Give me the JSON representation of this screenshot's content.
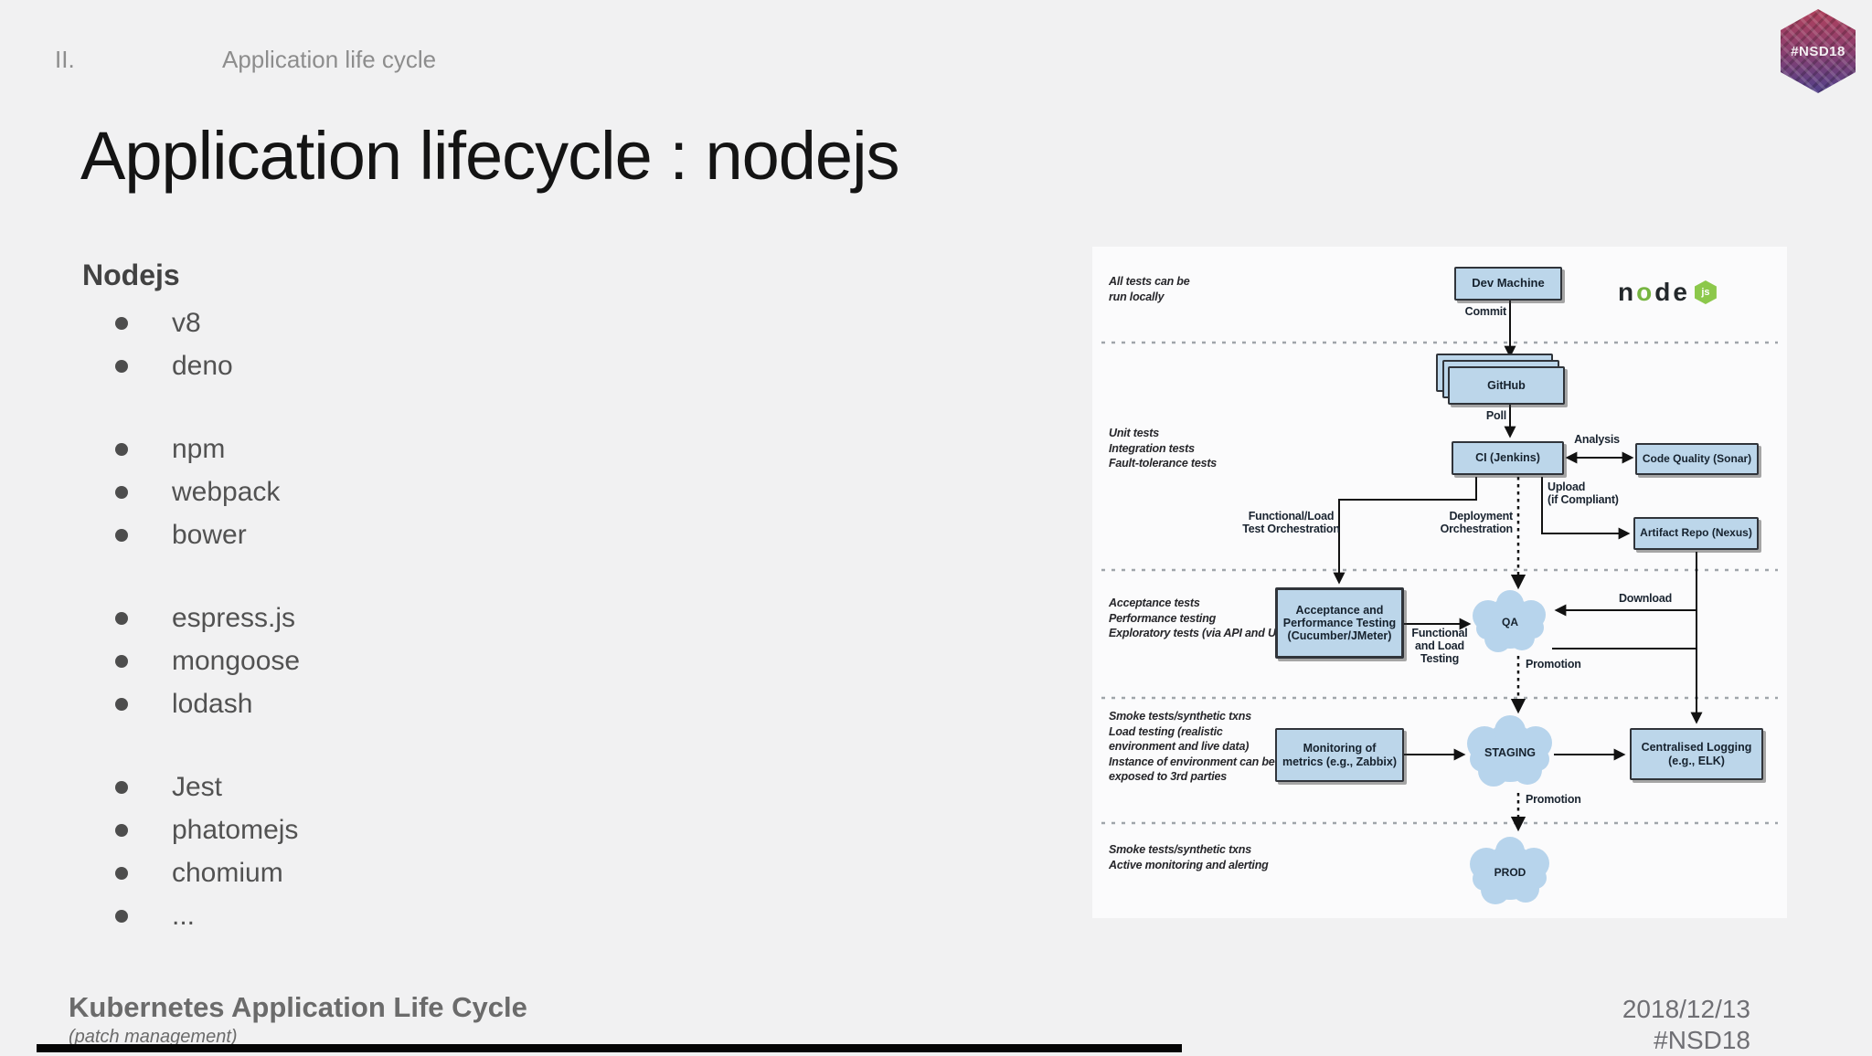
{
  "header": {
    "section_number": "II.",
    "section_title": "Application life cycle",
    "logo_text": "#NSD18"
  },
  "title": "Application lifecycle : nodejs",
  "sidebar_list": {
    "heading": "Nodejs",
    "groups": [
      [
        "v8",
        "deno"
      ],
      [
        "npm",
        "webpack",
        "bower"
      ],
      [
        "espress.js",
        "mongoose",
        "lodash"
      ],
      [
        "Jest",
        "phatomejs",
        "chomium",
        "..."
      ]
    ]
  },
  "diagram": {
    "logo": {
      "p1": "n",
      "p2": "o",
      "p3": "de",
      "badge": "js"
    },
    "annotations": {
      "local": "All tests can be\nrun locally",
      "ci": "Unit tests\nIntegration tests\nFault-tolerance tests",
      "qa": "Acceptance tests\nPerformance testing\nExploratory tests (via API and UI)",
      "staging": "Smoke tests/synthetic txns\nLoad testing (realistic\nenvironment and live data)\nInstance of environment can be\nexposed to 3rd parties",
      "prod": "Smoke tests/synthetic txns\nActive monitoring and alerting"
    },
    "nodes": {
      "dev_machine": "Dev Machine",
      "github": "GitHub",
      "ci": "CI (Jenkins)",
      "code_quality": "Code Quality (Sonar)",
      "artifact_repo": "Artifact Repo (Nexus)",
      "acceptance": "Acceptance and\nPerformance Testing\n(Cucumber/JMeter)",
      "qa": "QA",
      "monitoring": "Monitoring of\nmetrics (e.g., Zabbix)",
      "staging": "STAGING",
      "logging": "Centralised Logging\n(e.g., ELK)",
      "prod": "PROD"
    },
    "edge_labels": {
      "commit": "Commit",
      "poll": "Poll",
      "analysis": "Analysis",
      "upload": "Upload\n(if Compliant)",
      "functional_load_orchestration": "Functional/Load\nTest Orchestration",
      "deployment_orchestration": "Deployment\nOrchestration",
      "functional_load_testing": "Functional\nand Load\nTesting",
      "download": "Download",
      "promotion_qa": "Promotion",
      "promotion_staging": "Promotion"
    }
  },
  "footer": {
    "title": "Kubernetes Application Life Cycle",
    "subtitle": "(patch management)",
    "date": "2018/12/13",
    "hashtag": "#NSD18"
  },
  "colors": {
    "background": "#f1f1f2",
    "box_fill": "#bcd6ea",
    "cloud_fill": "#b7d4ec",
    "node_green": "#8cc84b",
    "logo_red": "#b0415c",
    "logo_purple": "#514089",
    "text_dark": "#16222e"
  }
}
